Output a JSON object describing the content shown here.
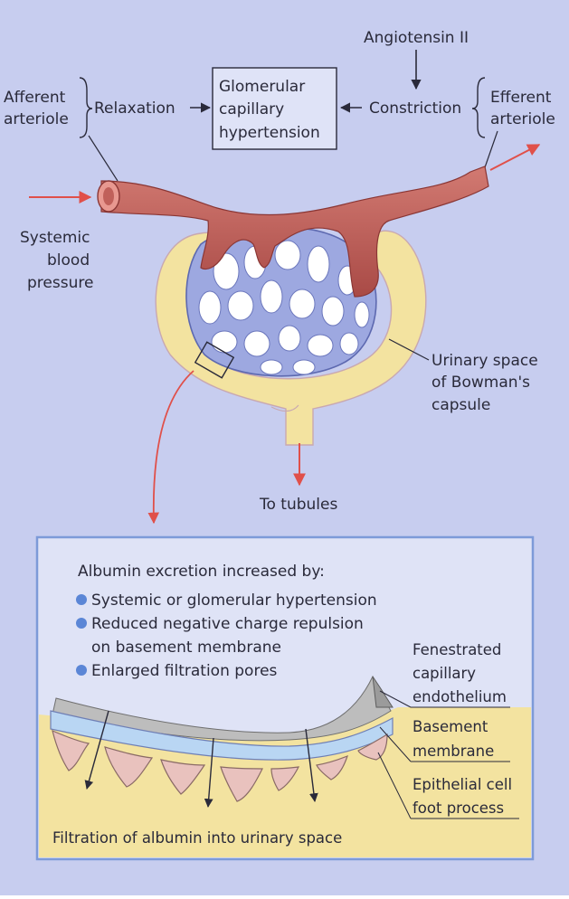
{
  "labels": {
    "angiotensin": "Angiotensin II",
    "afferent_line1": "Afferent",
    "afferent_line2": "arteriole",
    "relaxation": "Relaxation",
    "box_line1": "Glomerular",
    "box_line2": "capillary",
    "box_line3": "hypertension",
    "constriction": "Constriction",
    "efferent_line1": "Efferent",
    "efferent_line2": "arteriole",
    "systemic_line1": "Systemic",
    "systemic_line2": "blood",
    "systemic_line3": "pressure",
    "urinary_line1": "Urinary space",
    "urinary_line2": "of Bowman's",
    "urinary_line3": "capsule",
    "to_tubules": "To tubules"
  },
  "inset": {
    "heading": "Albumin excretion increased  by:",
    "bullets": [
      "Systemic or glomerular hypertension",
      "Reduced negative charge repulsion",
      "on basement membrane",
      "Enlarged filtration pores"
    ],
    "fenestrated_line1": "Fenestrated",
    "fenestrated_line2": "capillary",
    "fenestrated_line3": "endothelium",
    "basement_line1": "Basement",
    "basement_line2": "membrane",
    "epithelial_line1": "Epithelial cell",
    "epithelial_line2": "foot process",
    "filtration": "Filtration of albumin into urinary space"
  },
  "colors": {
    "background": "#c7cdef",
    "arteriole": "#c0605a",
    "capsule": "#f3e3a0",
    "glomerulus": "#9da8e0",
    "arrow": "#e0504a",
    "bullet": "#5b86d6",
    "inset_border": "#7d9ad8"
  }
}
